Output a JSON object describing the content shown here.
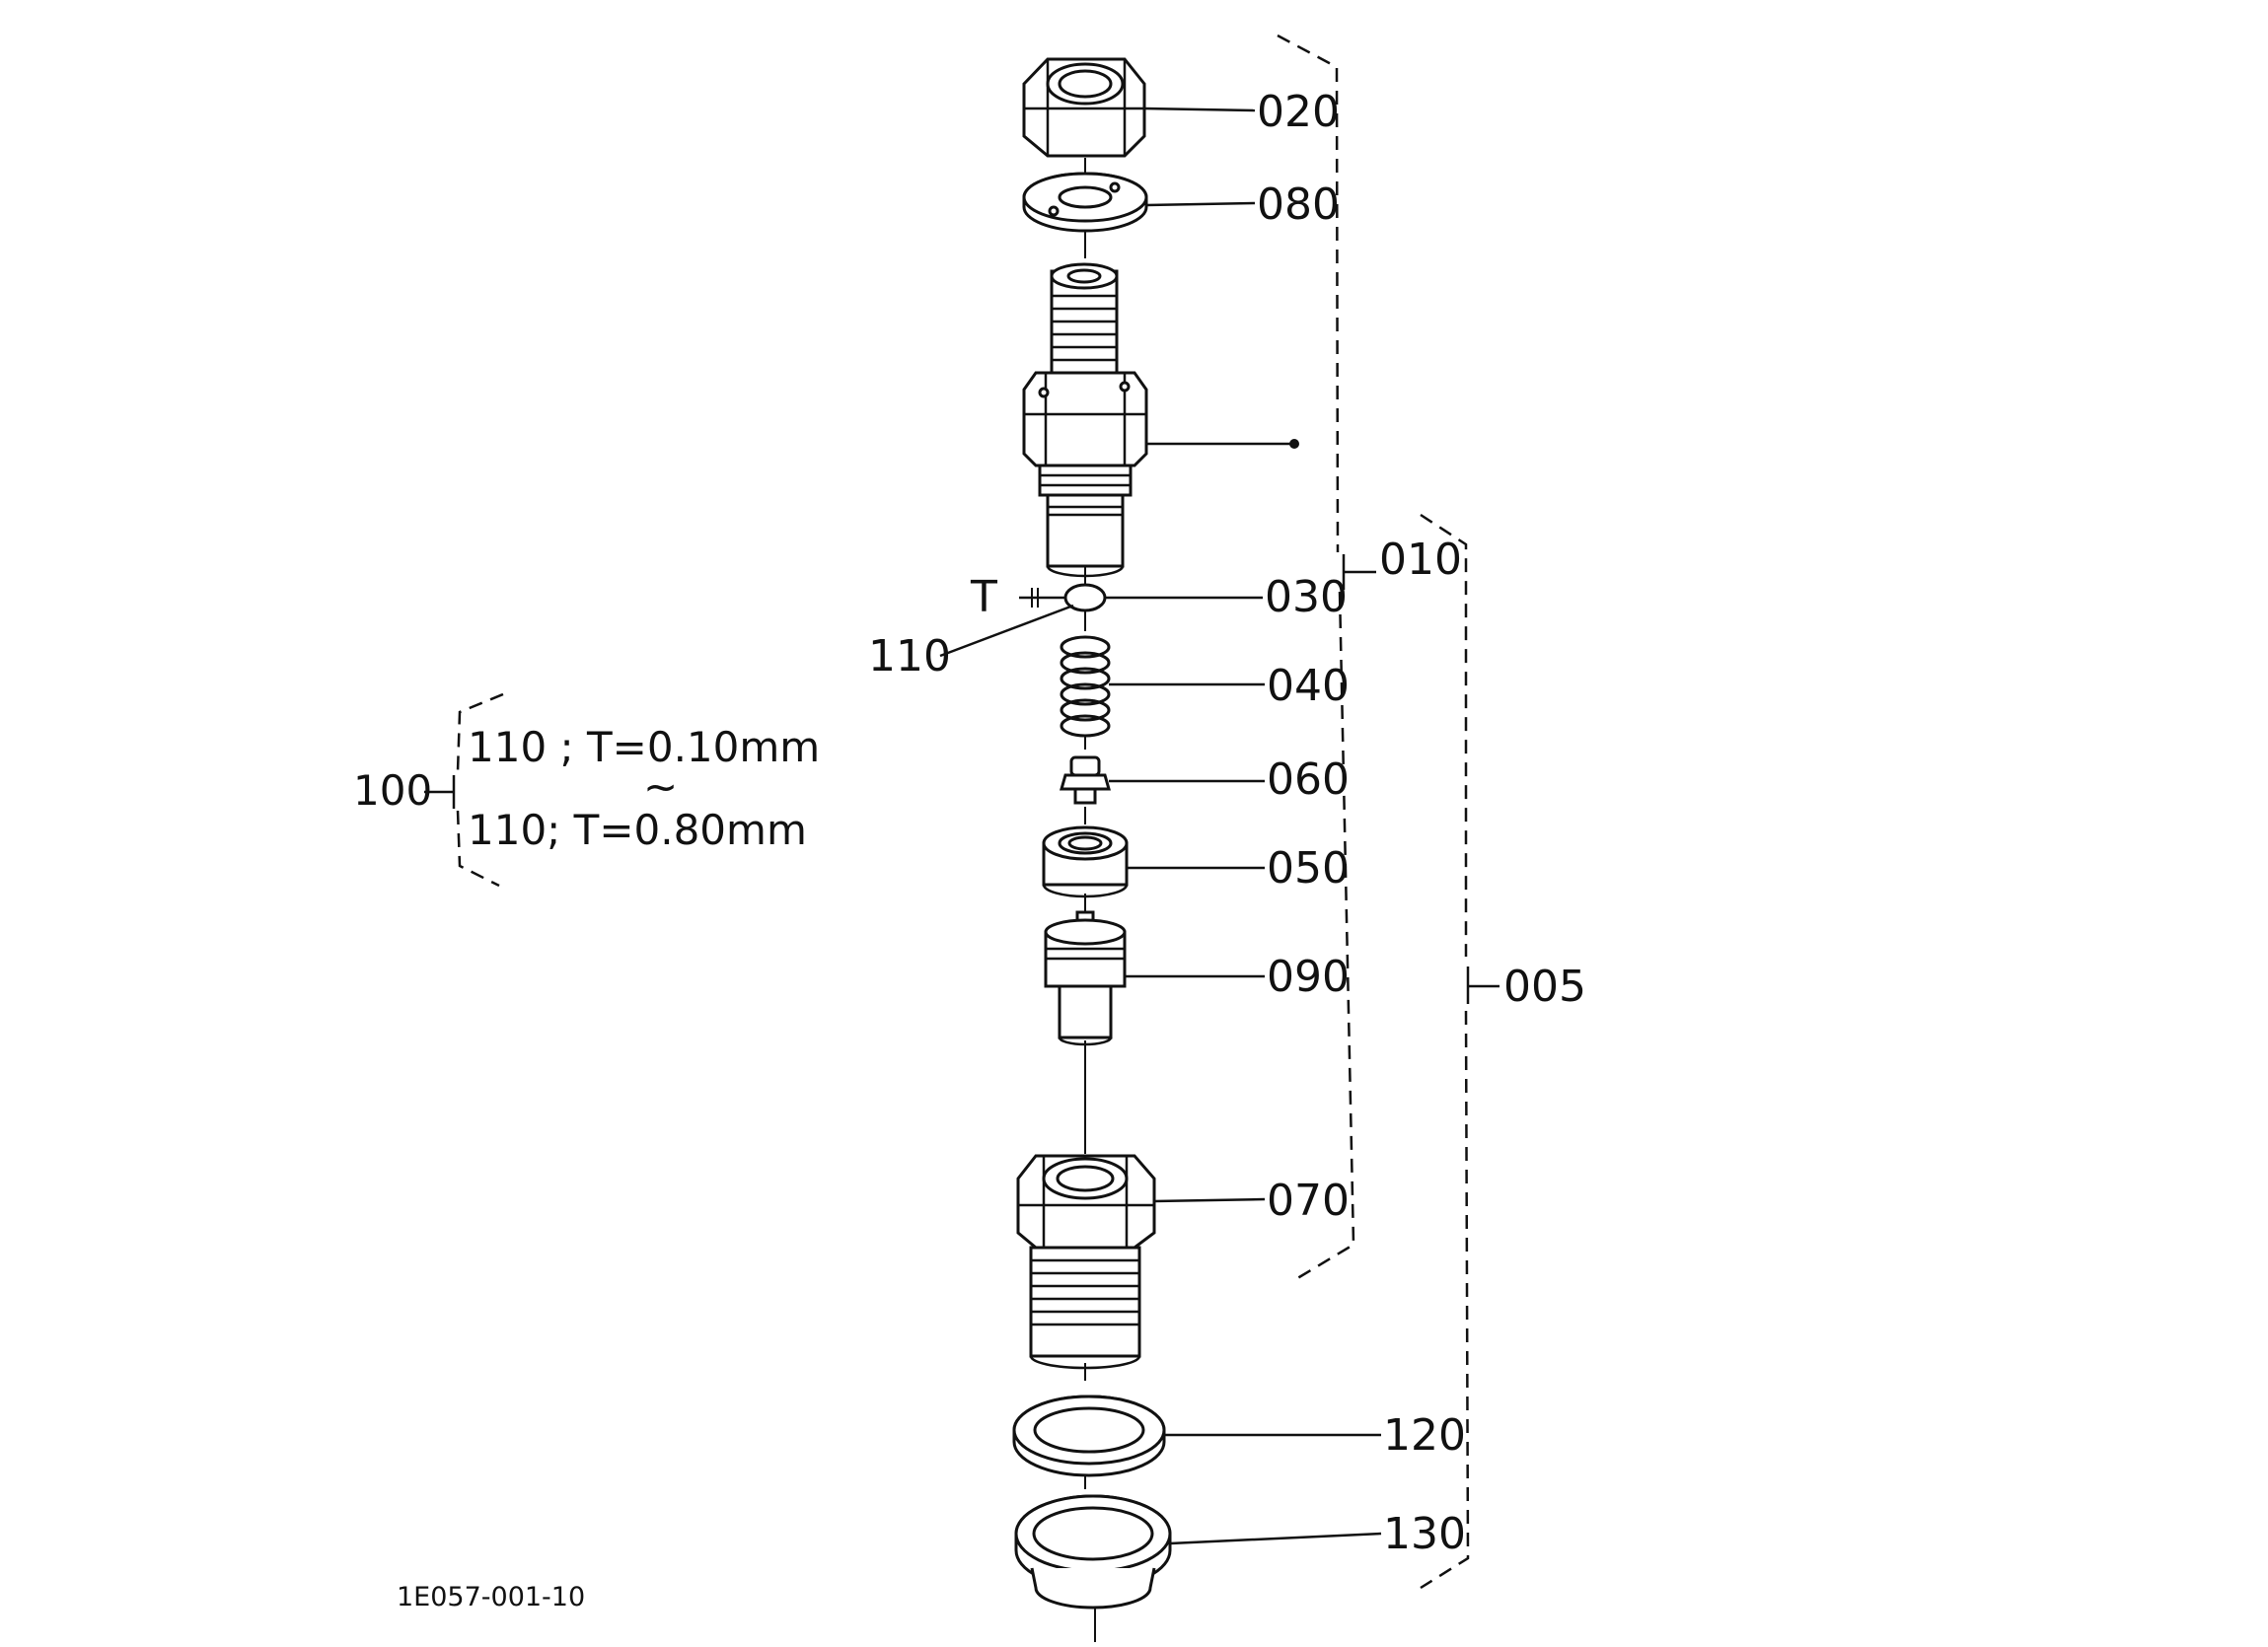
{
  "parts": [
    {
      "id": "p020",
      "label": "020"
    },
    {
      "id": "p080",
      "label": "080"
    },
    {
      "id": "p010",
      "label": "010"
    },
    {
      "id": "p030",
      "label": "030"
    },
    {
      "id": "p110",
      "label": "110"
    },
    {
      "id": "p040",
      "label": "040"
    },
    {
      "id": "p060",
      "label": "060"
    },
    {
      "id": "p050",
      "label": "050"
    },
    {
      "id": "p090",
      "label": "090"
    },
    {
      "id": "p005",
      "label": "005"
    },
    {
      "id": "p070",
      "label": "070"
    },
    {
      "id": "p120",
      "label": "120"
    },
    {
      "id": "p130",
      "label": "130"
    }
  ],
  "thickness_mark": "T",
  "shim_note": {
    "group_label": "100",
    "first_line": "110 ; T=0.10mm",
    "range_symbol": "~",
    "last_line": "110; T=0.80mm"
  },
  "figure_code": "1E057-001-10"
}
